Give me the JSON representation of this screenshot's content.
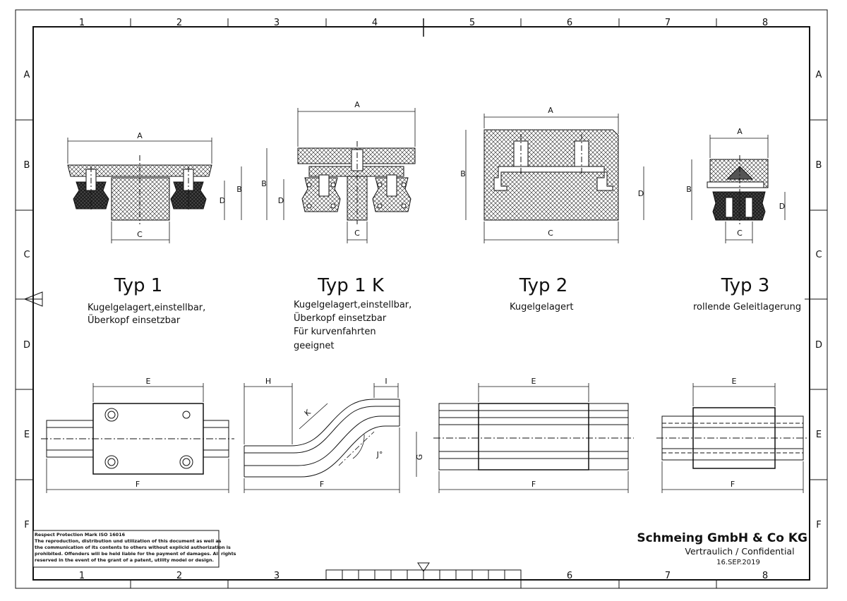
{
  "sheet": {
    "columns": [
      "1",
      "2",
      "3",
      "4",
      "5",
      "6",
      "7",
      "8"
    ],
    "rows": [
      "A",
      "B",
      "C",
      "D",
      "E",
      "F"
    ]
  },
  "types": [
    {
      "title": "Typ 1",
      "lines": [
        "Kugelgelagert,einstellbar,",
        "Überkopf einsetzbar"
      ]
    },
    {
      "title": "Typ 1 K",
      "lines": [
        "Kugelgelagert,einstellbar,",
        "Überkopf einsetzbar",
        "Für kurvenfahrten",
        "geeignet"
      ]
    },
    {
      "title": "Typ 2",
      "lines": [
        "Kugelgelagert"
      ]
    },
    {
      "title": "Typ 3",
      "lines": [
        "rollende Geleitlagerung"
      ]
    }
  ],
  "dimension_labels": {
    "A": "A",
    "B": "B",
    "C": "C",
    "D": "D",
    "E": "E",
    "F": "F",
    "G": "G",
    "H": "H",
    "I": "I",
    "J": "J°",
    "K": "K"
  },
  "notice": [
    "Respect Protection Mark ISO 16016",
    "The reproduction, distribution und utilization of this document as well as",
    "the communication of its contents to others without explicid authorization is",
    "prohibited. Offenders will be held liable for the payment of damages. All rights",
    "reserved in the event of the grant of a patent, utility model or design."
  ],
  "title_block": {
    "company": "Schmeing GmbH & Co KG",
    "confidential": "Vertraulich / Confidential",
    "date": "16.SEP.2019"
  }
}
